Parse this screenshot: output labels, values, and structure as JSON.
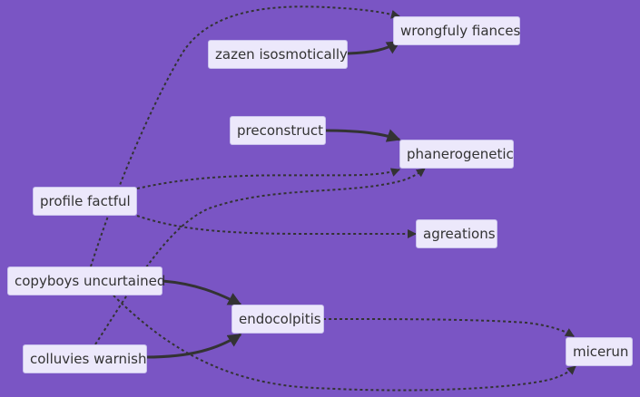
{
  "nodes": {
    "zazen": "zazen isosmotically",
    "wrongfuly": "wrongfuly fiances",
    "preconstruct": "preconstruct",
    "phanerogenetic": "phanerogenetic",
    "profile": "profile factful",
    "agreations": "agreations",
    "copyboys": "copyboys uncurtained",
    "endocolpitis": "endocolpitis",
    "colluvies": "colluvies warnish",
    "micerun": "micerun"
  },
  "edges": [
    {
      "from": "zazen isosmotically",
      "to": "wrongfuly fiances",
      "style": "solid"
    },
    {
      "from": "copyboys uncurtained",
      "to": "wrongfuly fiances",
      "style": "dotted"
    },
    {
      "from": "preconstruct",
      "to": "phanerogenetic",
      "style": "solid"
    },
    {
      "from": "profile factful",
      "to": "phanerogenetic",
      "style": "dotted"
    },
    {
      "from": "colluvies warnish",
      "to": "phanerogenetic",
      "style": "dotted"
    },
    {
      "from": "profile factful",
      "to": "agreations",
      "style": "dotted"
    },
    {
      "from": "copyboys uncurtained",
      "to": "endocolpitis",
      "style": "solid"
    },
    {
      "from": "colluvies warnish",
      "to": "endocolpitis",
      "style": "solid"
    },
    {
      "from": "endocolpitis",
      "to": "micerun",
      "style": "dotted"
    },
    {
      "from": "copyboys uncurtained",
      "to": "micerun",
      "style": "dotted"
    }
  ]
}
